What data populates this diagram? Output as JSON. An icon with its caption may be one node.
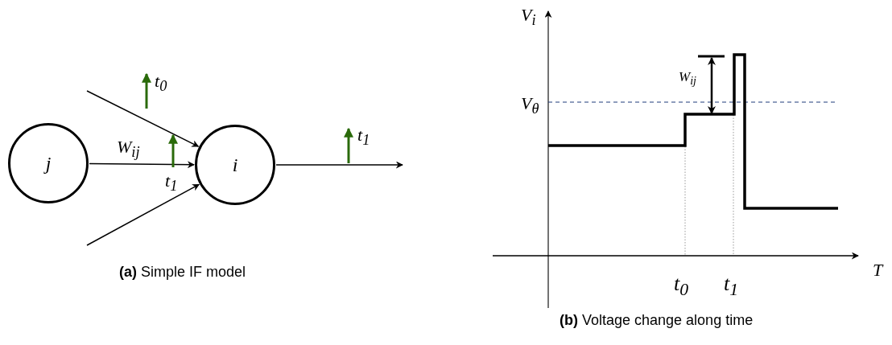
{
  "diagram": {
    "nodes": [
      {
        "text": [
          "j"
        ]
      },
      {
        "text": [
          "i"
        ]
      }
    ],
    "edges": [
      {
        "from": 0,
        "to": 1,
        "arrow": "to",
        "label": "W$_{ij}$"
      },
      {
        "from": null,
        "to": 1,
        "arrow": "to"
      },
      {
        "from": null,
        "to": 1,
        "arrow": "to"
      },
      {
        "from": 1,
        "to": null,
        "arrow": "to"
      }
    ],
    "labels": [
      "t$_{0}$",
      "t$_{1}$",
      "t$_{1}$",
      "**(a)** Simple IF model",
      "V$_{i}$",
      "W$_{ij}$",
      "V$_{θ}$",
      "T",
      "t$_{0}$",
      "t$_{1}$",
      "**(b)** Voltage change along time"
    ]
  }
}
